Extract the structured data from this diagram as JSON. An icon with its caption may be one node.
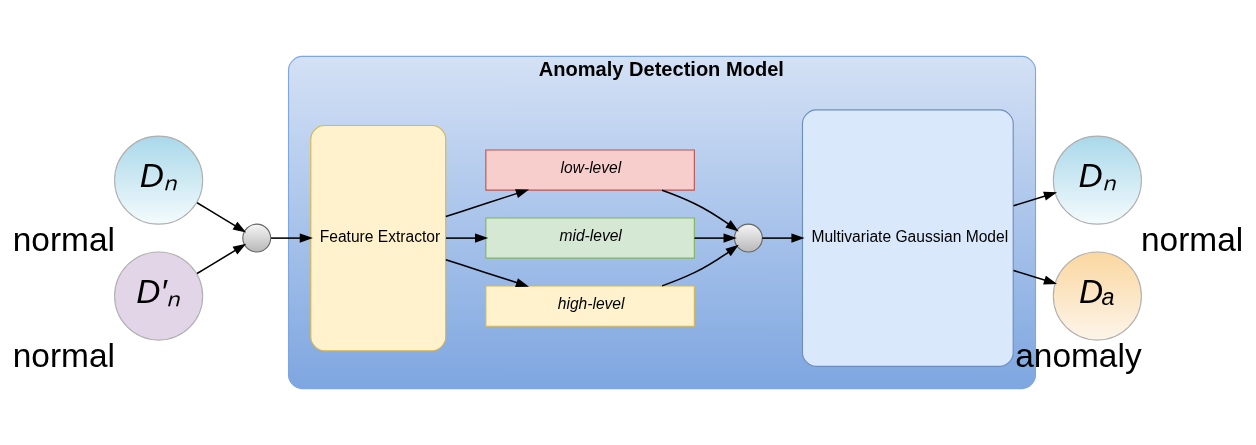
{
  "diagram": {
    "nodes": [
      {
        "text": [
          "Dₙ"
        ],
        "beside": [
          "normal"
        ]
      },
      {
        "text": [
          "D′ₙ"
        ],
        "beside": [
          "normal"
        ]
      },
      {
        "text": [],
        "shape": "circle"
      },
      {
        "text": [
          "Anomaly Detection Model"
        ]
      },
      {
        "text": [
          "Feature Extractor"
        ],
        "in": 3
      },
      {
        "text": [
          "high-level"
        ],
        "in": 3
      },
      {
        "text": [
          "mid-level"
        ],
        "in": 3
      },
      {
        "text": [
          "low-level"
        ],
        "in": 3
      },
      {
        "text": [],
        "shape": "circle",
        "in": 3
      },
      {
        "text": [
          "Multivariate Gaussian Model"
        ],
        "in": 3
      },
      {
        "text": [
          "Dₙ"
        ],
        "beside": [
          "normal"
        ]
      },
      {
        "text": [
          "Dₐ"
        ],
        "beside": [
          "anomaly"
        ]
      }
    ],
    "edges": [
      {
        "from": 0,
        "to": 2,
        "arrow": "to"
      },
      {
        "from": 1,
        "to": 2,
        "arrow": "to"
      },
      {
        "from": 2,
        "to": 4,
        "arrow": "to"
      },
      {
        "from": 4,
        "to": 5,
        "arrow": "to"
      },
      {
        "from": 4,
        "to": 6,
        "arrow": "to"
      },
      {
        "from": 4,
        "to": 7,
        "arrow": "to"
      },
      {
        "from": 5,
        "to": 8,
        "arrow": "to"
      },
      {
        "from": 6,
        "to": 8,
        "arrow": "to"
      },
      {
        "from": 7,
        "to": 8,
        "arrow": "to"
      },
      {
        "from": 8,
        "to": 9,
        "arrow": "to"
      },
      {
        "from": 9,
        "to": 10,
        "arrow": "to"
      },
      {
        "from": 9,
        "to": 11,
        "arrow": "to"
      }
    ]
  }
}
